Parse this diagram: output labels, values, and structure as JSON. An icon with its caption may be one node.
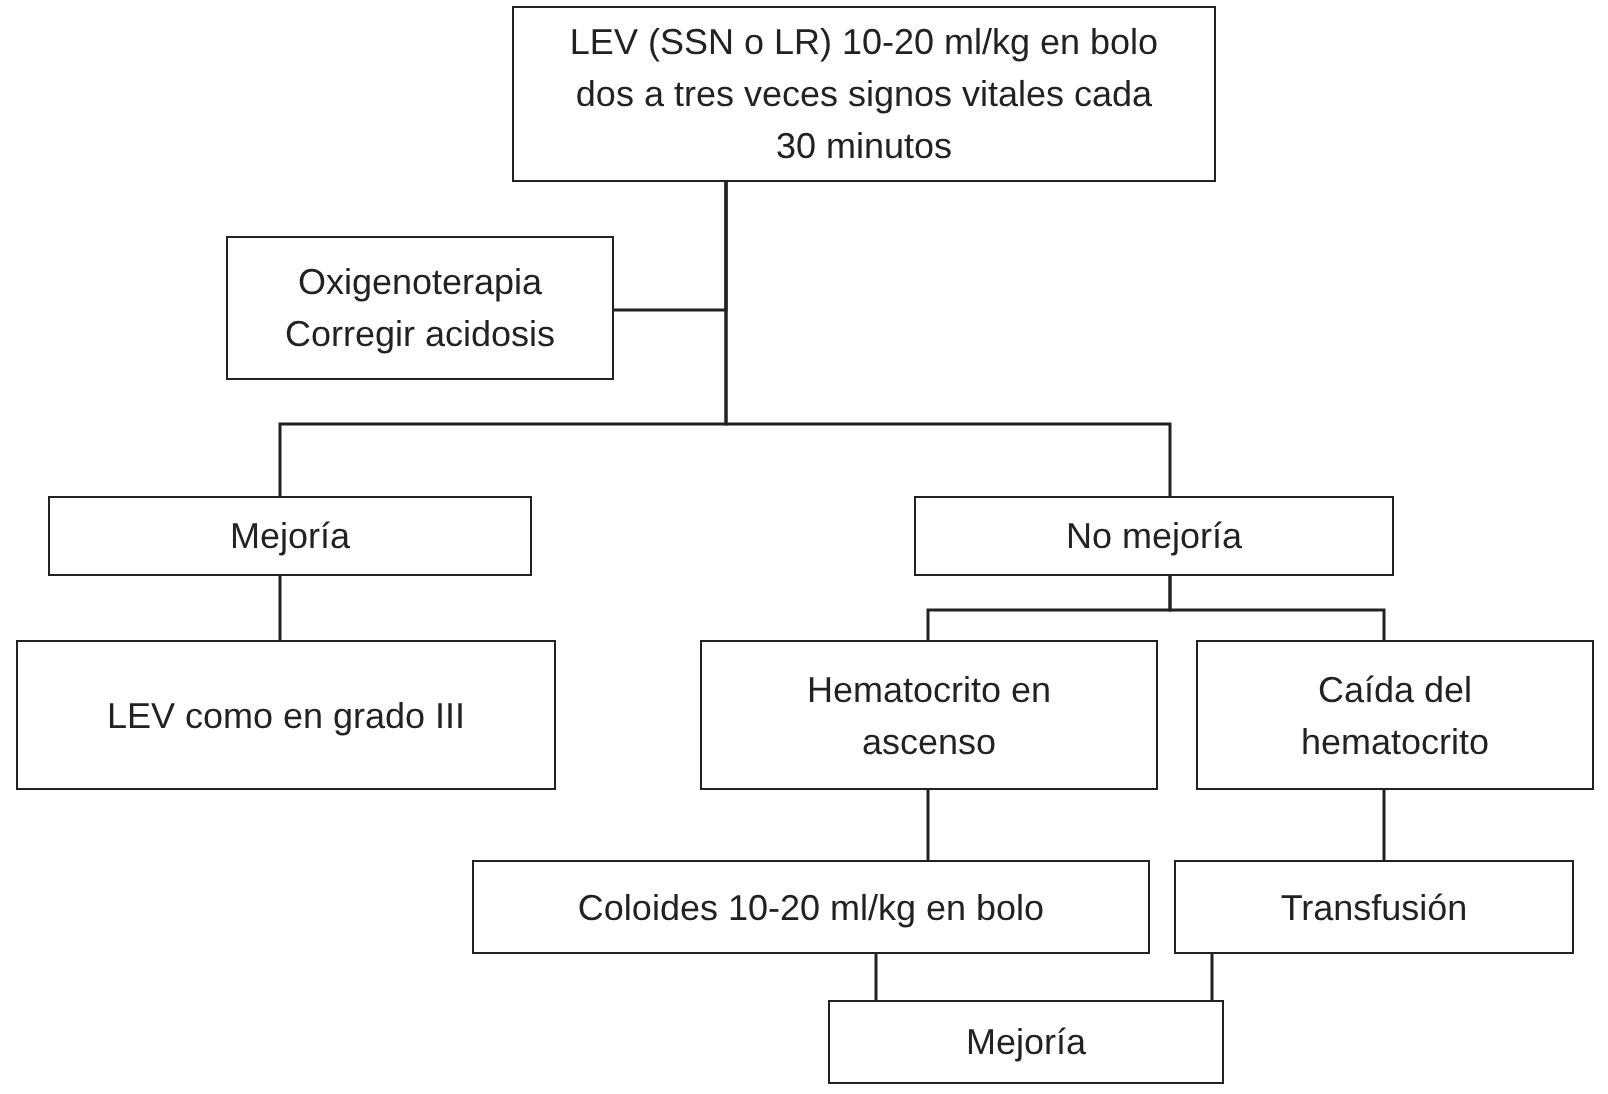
{
  "diagram": {
    "nodes": [
      {
        "text": [
          "LEV (SSN o LR) 10-20 ml/kg en bolo dos a tres veces signos vitales cada 30 minutos"
        ]
      },
      {
        "text": [
          "Oxigenoterapia Corregir acidosis"
        ]
      },
      {
        "text": [
          "Mejoría"
        ]
      },
      {
        "text": [
          "No mejoría"
        ]
      },
      {
        "text": [
          "LEV como en grado III"
        ]
      },
      {
        "text": [
          "Hematocrito en ascenso"
        ]
      },
      {
        "text": [
          "Caída del hematocrito"
        ]
      },
      {
        "text": [
          "Coloides 10-20 ml/kg en bolo"
        ]
      },
      {
        "text": [
          "Transfusión"
        ]
      },
      {
        "text": [
          "Mejoría"
        ]
      }
    ],
    "edges": [
      {
        "from": 0,
        "to": 1,
        "arrow": "none"
      },
      {
        "from": 0,
        "to": 2,
        "arrow": "none"
      },
      {
        "from": 0,
        "to": 3,
        "arrow": "none"
      },
      {
        "from": 2,
        "to": 4,
        "arrow": "none"
      },
      {
        "from": 3,
        "to": 5,
        "arrow": "none"
      },
      {
        "from": 3,
        "to": 6,
        "arrow": "none"
      },
      {
        "from": 5,
        "to": 7,
        "arrow": "none"
      },
      {
        "from": 6,
        "to": 8,
        "arrow": "none"
      },
      {
        "from": 7,
        "to": 9,
        "arrow": "none"
      },
      {
        "from": 8,
        "to": 9,
        "arrow": "none"
      }
    ]
  }
}
